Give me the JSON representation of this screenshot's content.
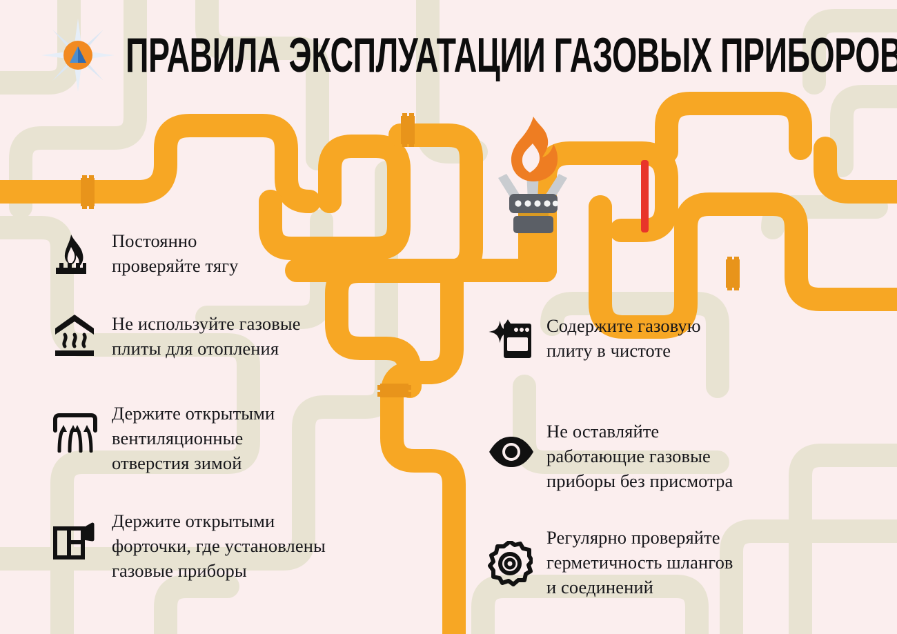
{
  "header": {
    "title": "ПРАВИЛА ЭКСПЛУАТАЦИИ ГАЗОВЫХ ПРИБОРОВ",
    "logo_name": "emercom-star-logo"
  },
  "colors": {
    "background": "#fbeeee",
    "pipe_orange": "#f7a724",
    "pipe_collar": "#e8941b",
    "pipe_background": "#e8e3d2",
    "flame_orange": "#ee7d22",
    "flame_orange_light": "#f79338",
    "burner_gray": "#5b5f66",
    "burner_silver": "#c9ccd0",
    "valve_red": "#e8352a",
    "text_dark": "#17171b",
    "logo_orange": "#f28a21",
    "logo_blue": "#2f6bb3",
    "logo_star": "#dfe9f5"
  },
  "left_column": [
    {
      "icon": "gas-flame-burner-icon",
      "text": "Постоянно\nпроверяйте тягу"
    },
    {
      "icon": "no-stove-heating-icon",
      "text": "Не используйте газовые\nплиты для отопления"
    },
    {
      "icon": "ventilation-airflow-icon",
      "text": "Держите открытыми\nвентиляционные\nотверстия зимой"
    },
    {
      "icon": "open-window-vent-icon",
      "text": "Держите открытыми\nфорточки, где установлены\nгазовые приборы"
    }
  ],
  "right_column": [
    {
      "icon": "clean-stove-sparkle-icon",
      "text": "Содержите газовую\nплиту в чистоте"
    },
    {
      "icon": "eye-supervision-icon",
      "text": "Не оставляйте\nработающие газовые\nприборы без присмотра"
    },
    {
      "icon": "gear-maintenance-icon",
      "text": "Регулярно проверяйте\nгерметичность шлангов\nи соединений"
    }
  ],
  "illustration": {
    "name": "gas-burner-with-flame",
    "valve_name": "red-valve-handle"
  }
}
